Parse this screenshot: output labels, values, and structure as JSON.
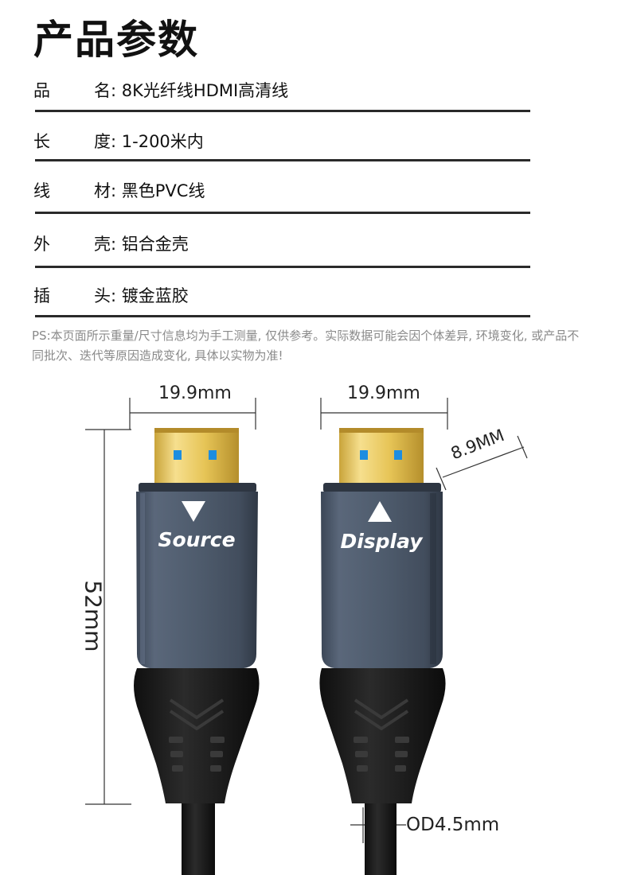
{
  "title": "产品参数",
  "specs": [
    {
      "k1": "品",
      "k2": "名:",
      "value": "8K光纤线HDMI高清线"
    },
    {
      "k1": "长",
      "k2": "度:",
      "value": "1-200米内"
    },
    {
      "k1": "线",
      "k2": "材:",
      "value": "黑色PVC线"
    },
    {
      "k1": "外",
      "k2": "壳:",
      "value": "铝合金壳"
    },
    {
      "k1": "插",
      "k2": "头:",
      "value": "镀金蓝胶"
    }
  ],
  "note": "PS:本页面所示重量/尺寸信息均为手工测量, 仅供参考。实际数据可能会因个体差异, 环境变化, 或产品不同批次、迭代等原因造成变化, 具体以实物为准!",
  "dimensions": {
    "width_left": "19.9mm",
    "width_right": "19.9mm",
    "thickness": "8.9MM",
    "length": "52mm",
    "cable_od": "OD4.5mm"
  },
  "connectors": {
    "left_label": "Source",
    "right_label": "Display"
  },
  "colors": {
    "shell": "#4d5a6b",
    "gold": "#e8c65a",
    "pin": "#1d8de0",
    "cable": "#161616"
  }
}
